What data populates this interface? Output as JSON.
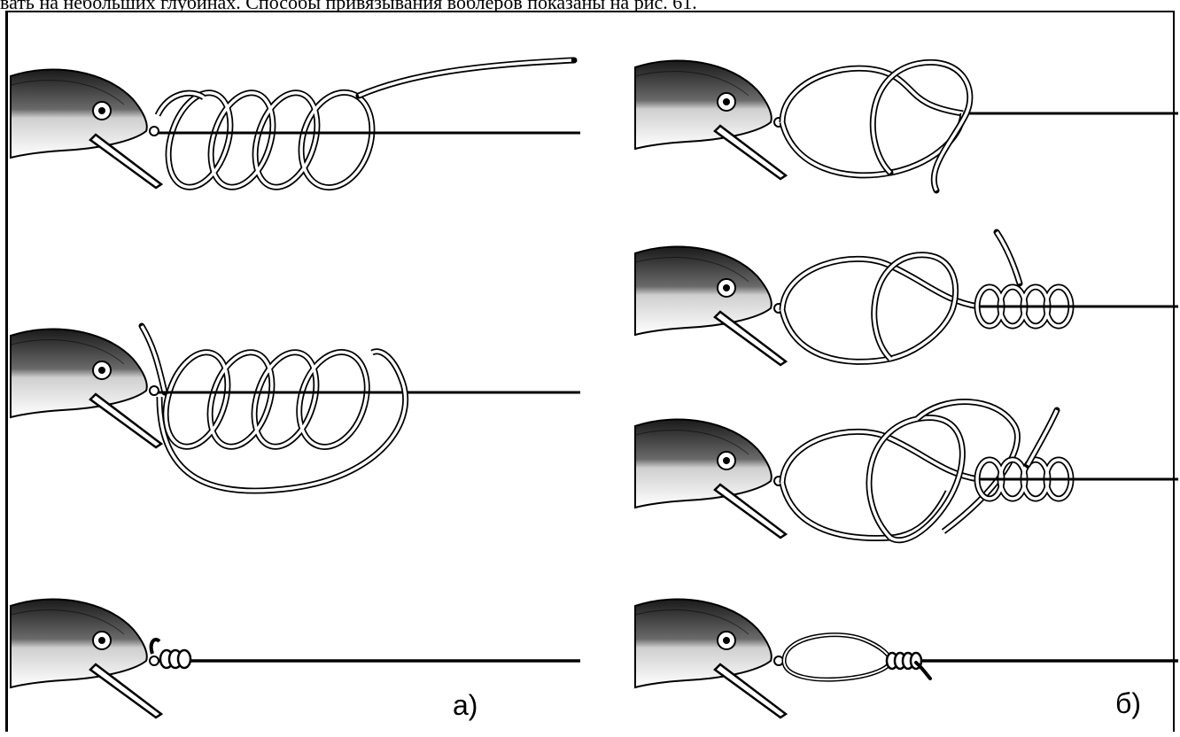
{
  "caption_text": "вать на небольших глубинах. Способы привязывания воблеров показаны на рис. 61.",
  "panels": {
    "a": {
      "label": "а)",
      "steps": 3
    },
    "b": {
      "label": "б)",
      "steps": 4
    }
  },
  "colors": {
    "ink": "#000000",
    "paper": "#ffffff",
    "lure_shade": "#4a4a4a"
  },
  "icons": [
    "lure-wobbler-icon",
    "fishing-line-icon",
    "knot-coils-icon"
  ]
}
